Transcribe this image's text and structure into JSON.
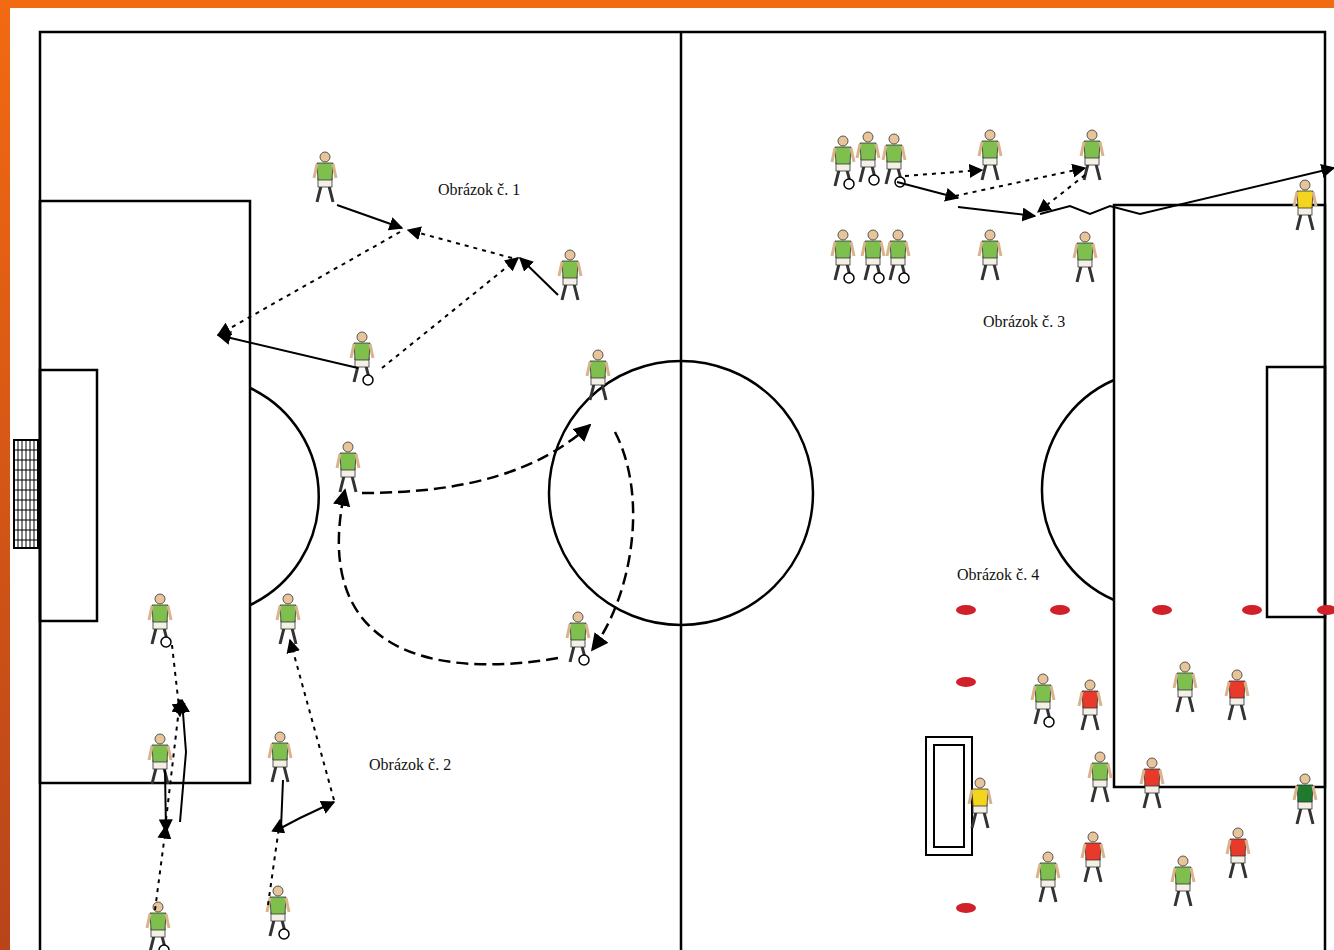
{
  "diagram": {
    "labels": [
      "Obrázok č. 1",
      "Obrázok č. 2",
      "Obrázok č. 3",
      "Obrázok č. 4"
    ]
  }
}
